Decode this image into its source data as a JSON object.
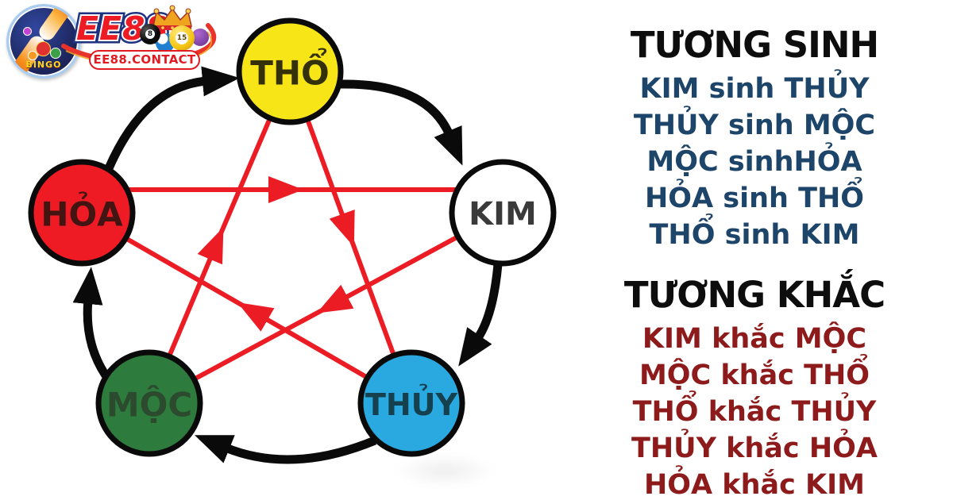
{
  "logo": {
    "badge_label": "BINGO",
    "brand": "EE88",
    "domain_pill": "EE88.CONTACT",
    "brand_red": "#ed1c24",
    "brand_navy": "#1e3280"
  },
  "diagram": {
    "nodes": [
      {
        "id": "tho",
        "label": "THỔ",
        "fill": "#f8e517",
        "label_color": "#33300a"
      },
      {
        "id": "kim",
        "label": "KIM",
        "fill": "#ffffff",
        "label_color": "#3a3a3a"
      },
      {
        "id": "thuy",
        "label": "THỦY",
        "fill": "#2aa9e1",
        "label_color": "#15414f"
      },
      {
        "id": "moc",
        "label": "MỘC",
        "fill": "#2d7c3e",
        "label_color": "#2c4a2e"
      },
      {
        "id": "hoa",
        "label": "HỎA",
        "fill": "#ee1b24",
        "label_color": "#421513"
      }
    ],
    "sinh_arrow_color": "#0a0a0a",
    "khac_arrow_color": "#ec1c24"
  },
  "panel": {
    "sinh": {
      "title": "TƯƠNG SINH",
      "text_color": "#1d4469",
      "items": [
        "KIM sinh THỦY",
        "THỦY sinh MỘC",
        "MỘC sinhHỎA",
        "HỎA sinh THỔ",
        "THỔ sinh KIM"
      ]
    },
    "khac": {
      "title": "TƯƠNG KHẮC",
      "text_color": "#8e1b1b",
      "items": [
        "KIM khắc MỘC",
        "MỘC khắc THỔ",
        "THỔ khắc THỦY",
        "THỦY khắc HỎA",
        "HỎA khắc KIM"
      ]
    }
  }
}
